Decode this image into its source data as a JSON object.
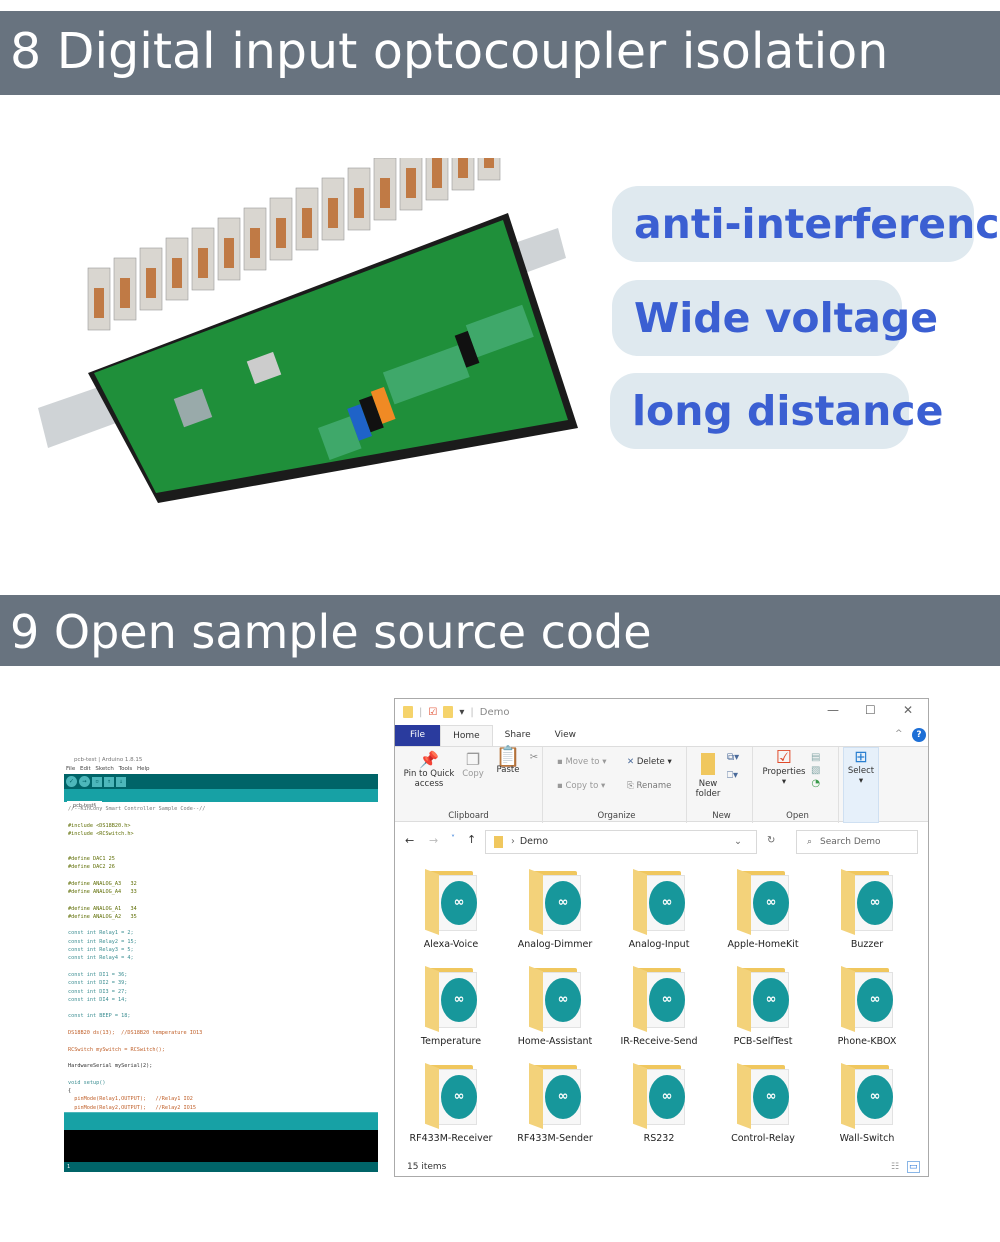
{
  "section8": {
    "title": "8 Digital input optocoupler isolation",
    "features": [
      "anti-interference",
      "Wide voltage",
      "long distance"
    ]
  },
  "section9": {
    "title": "9 Open sample source code"
  },
  "arduino": {
    "window_title": "pcb-test | Arduino 1.8.15",
    "menu": [
      "File",
      "Edit",
      "Sketch",
      "Tools",
      "Help"
    ],
    "tab": "pcb-test§",
    "status_line": "1",
    "code_lines": [
      "//--KinCony Smart Controller Sample Code--//",
      "",
      "#include <DS18B20.h>",
      "#include <RCSwitch.h>",
      "",
      "",
      "#define DAC1 25",
      "#define DAC2 26",
      "",
      "#define ANALOG_A3   32",
      "#define ANALOG_A4   33",
      "",
      "#define ANALOG_A1   34",
      "#define ANALOG_A2   35",
      "",
      "const int Relay1 = 2;",
      "const int Relay2 = 15;",
      "const int Relay3 = 5;",
      "const int Relay4 = 4;",
      "",
      "const int DI1 = 36;",
      "const int DI2 = 39;",
      "const int DI3 = 27;",
      "const int DI4 = 14;",
      "",
      "const int BEEP = 18;",
      "",
      "DS18B20 ds(13);  //DS18B20 temperature IO13",
      "",
      "RCSwitch mySwitch = RCSwitch();",
      "",
      "HardwareSerial mySerial(2);",
      "",
      "void setup()",
      "{",
      "  pinMode(Relay1,OUTPUT);   //Relay1 IO2",
      "  pinMode(Relay2,OUTPUT);   //Relay2 IO15"
    ]
  },
  "explorer": {
    "title": "Demo",
    "tabs": [
      "File",
      "Home",
      "Share",
      "View"
    ],
    "clipboard": {
      "pin": "Pin to Quick access",
      "copy": "Copy",
      "paste": "Paste",
      "label": "Clipboard"
    },
    "organize": {
      "move_to": "Move to",
      "copy_to": "Copy to",
      "delete": "Delete",
      "rename": "Rename",
      "label": "Organize"
    },
    "new": {
      "new_folder": "New folder",
      "label": "New"
    },
    "open": {
      "properties": "Properties",
      "label": "Open"
    },
    "select": {
      "label": "Select"
    },
    "address": "Demo",
    "search_placeholder": "Search Demo",
    "items": [
      "Alexa-Voice",
      "Analog-Dimmer",
      "Analog-Input",
      "Apple-HomeKit",
      "Buzzer",
      "Temperature",
      "Home-Assistant",
      "IR-Receive-Send",
      "PCB-SelfTest",
      "Phone-KBOX",
      "RF433M-Receiver",
      "RF433M-Sender",
      "RS232",
      "Control-Relay",
      "Wall-Switch"
    ],
    "status": "15 items"
  }
}
